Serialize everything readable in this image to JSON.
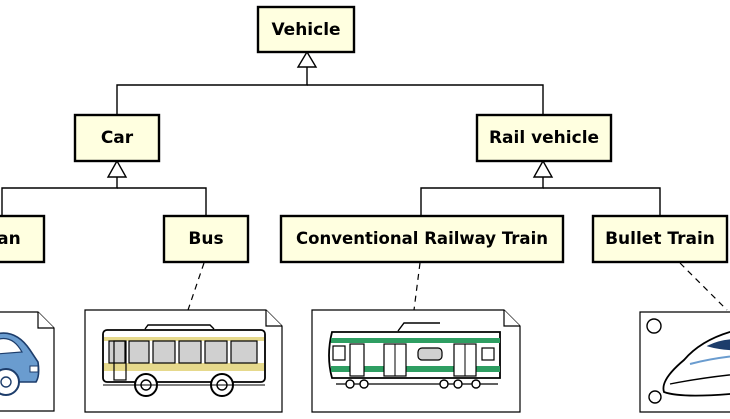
{
  "nodes": {
    "vehicle": "Vehicle",
    "car": "Car",
    "rail_vehicle": "Rail vehicle",
    "sedan": "Sedan",
    "bus": "Bus",
    "conventional_train": "Conventional Railway Train",
    "bullet_train": "Bullet Train"
  },
  "colors": {
    "node_fill": "#ffffe0",
    "bus_stripe": "#e6d98c",
    "train_stripe": "#2e9e62",
    "car_body": "#6a9ccf"
  }
}
